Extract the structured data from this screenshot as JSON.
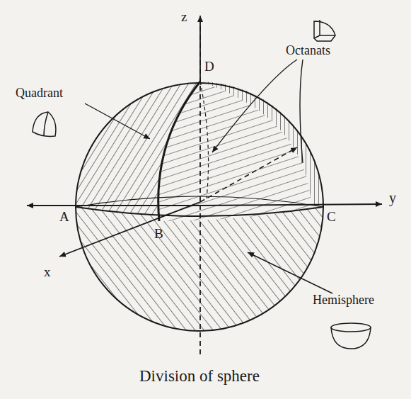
{
  "diagram": {
    "caption": "Division of sphere",
    "labels": [
      "z",
      "D",
      "Octanats",
      "Quadrant",
      "A",
      "B",
      "C",
      "y",
      "x",
      "Hemisphere"
    ]
  }
}
